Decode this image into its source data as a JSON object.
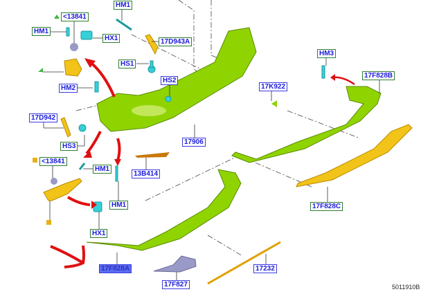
{
  "labels": {
    "hm1_top": "HM1",
    "p13841_top": "<13841",
    "hm1_left": "HM1",
    "hx1_top": "HX1",
    "p17d943a": "17D943A",
    "hs1": "HS1",
    "hs2": "HS2",
    "hm2": "HM2",
    "p17d942": "17D942",
    "hs3": "HS3",
    "p17906": "17906",
    "p13b414": "13B414",
    "p13841_bottom": "<13841",
    "hm1_mid": "HM1",
    "hm1_low": "HM1",
    "hx1_bottom": "HX1",
    "p17f828a": "17F828A",
    "p17f827": "17F827",
    "p17k922": "17K922",
    "hm3": "HM3",
    "p17f828b": "17F828B",
    "p17f828c": "17F828C",
    "p17232": "17232"
  },
  "reference_code": "5011910B",
  "colors": {
    "bumper": "#8fd400",
    "bracket": "#f2c318",
    "clip": "#35d0d8",
    "arrow": "#e01010",
    "grommet": "#9a9ac8"
  }
}
